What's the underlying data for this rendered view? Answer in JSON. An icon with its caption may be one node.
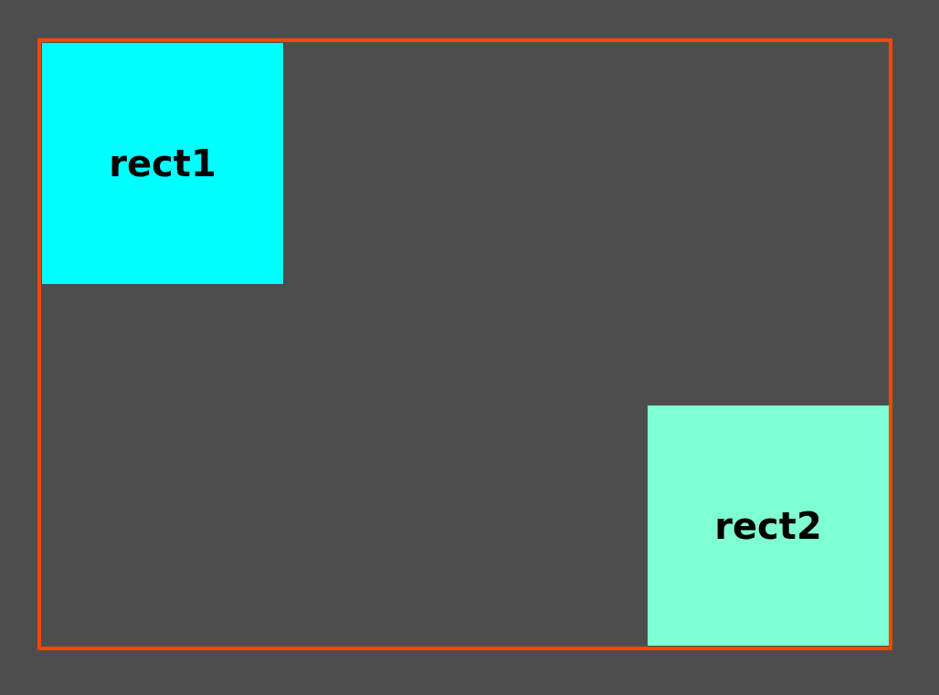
{
  "diagram": {
    "nodes": [
      {
        "text": [],
        "shape": "box"
      },
      {
        "text": [
          "rect1"
        ],
        "in": 0
      },
      {
        "text": [
          "rect2"
        ],
        "in": 0
      }
    ]
  }
}
